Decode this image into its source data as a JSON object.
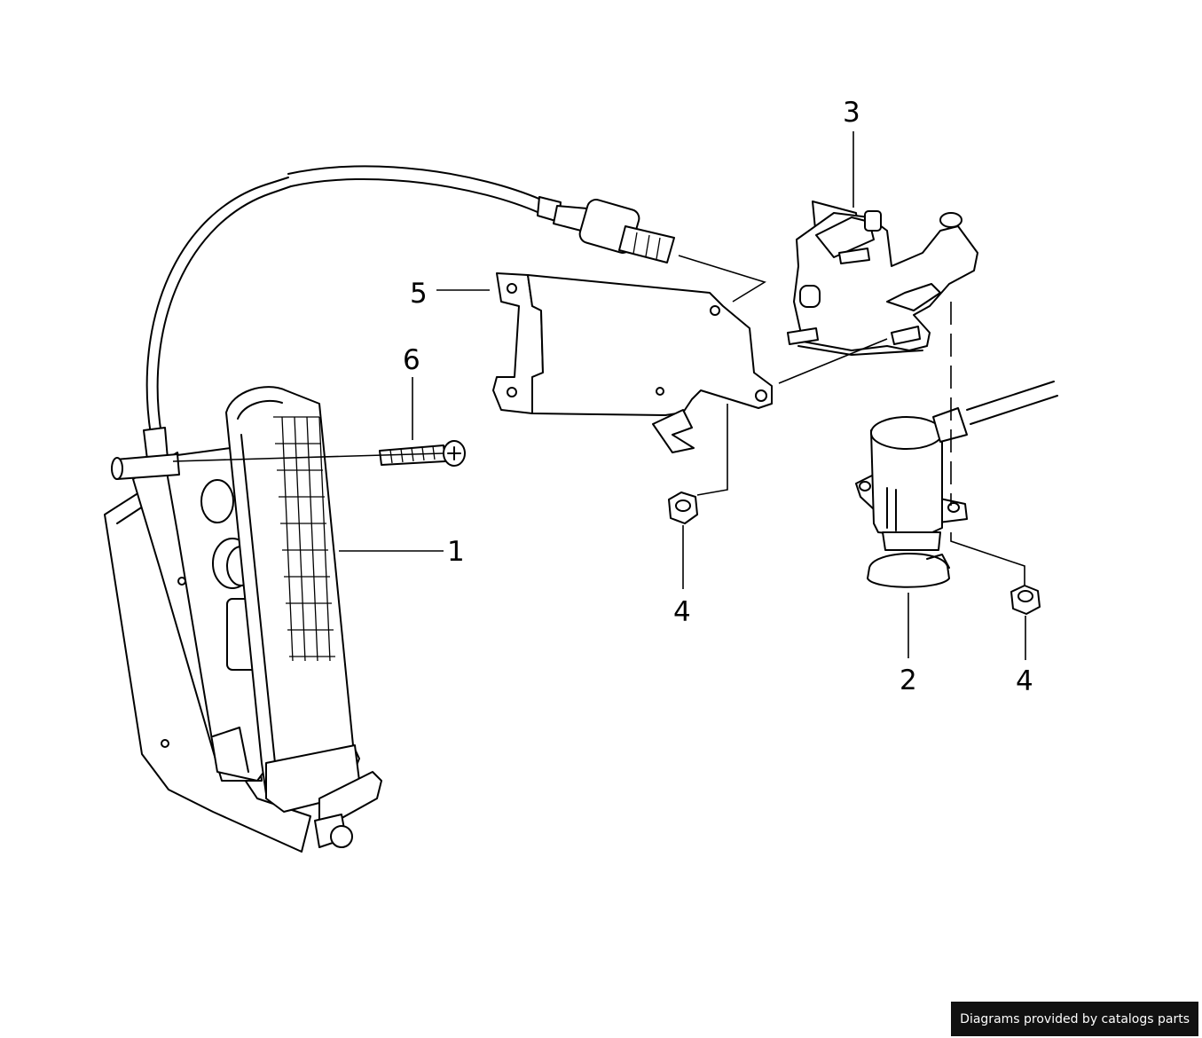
{
  "callouts": {
    "c1": "1",
    "c2": "2",
    "c3": "3",
    "c4a": "4",
    "c4b": "4",
    "c5": "5",
    "c6": "6"
  },
  "credit": "Diagrams provided by catalogs parts",
  "colors": {
    "line": "#000000",
    "background": "#ffffff",
    "credit_bg": "#111111",
    "credit_text": "#ffffff"
  }
}
